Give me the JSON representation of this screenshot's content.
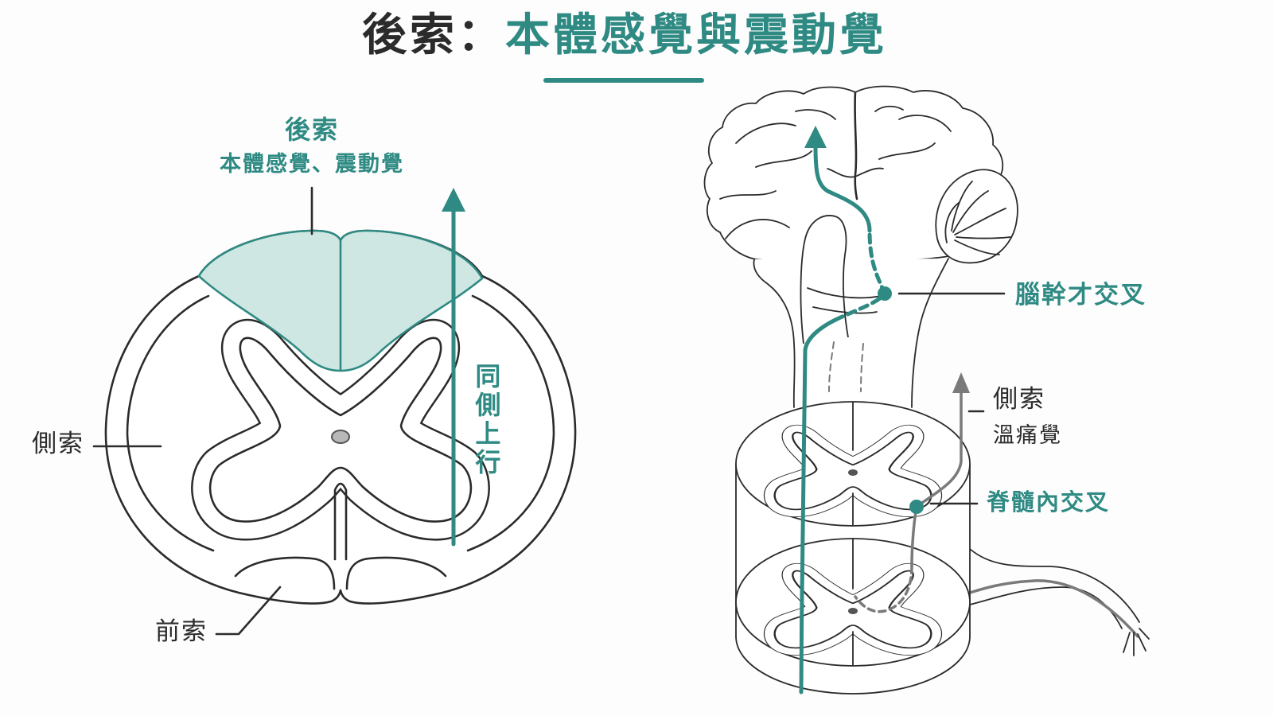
{
  "title": {
    "prefix": "後索：",
    "highlight": "本體感覺與震動覺"
  },
  "left_diagram": {
    "dorsal_label": "後索",
    "dorsal_sublabel": "本體感覺、震動覺",
    "ascend_label": "同側上行",
    "lateral_label": "側索",
    "ventral_label": "前索"
  },
  "right_diagram": {
    "brainstem_cross_label": "腦幹才交叉",
    "lateral_label": "側索",
    "lateral_sublabel": "溫痛覺",
    "spinal_cross_label": "脊髓內交叉"
  },
  "colors": {
    "accent": "#2e8a83",
    "accent_light": "#cfe7e2",
    "ink": "#2b2b2b",
    "gray_path": "#7a7a7a"
  }
}
